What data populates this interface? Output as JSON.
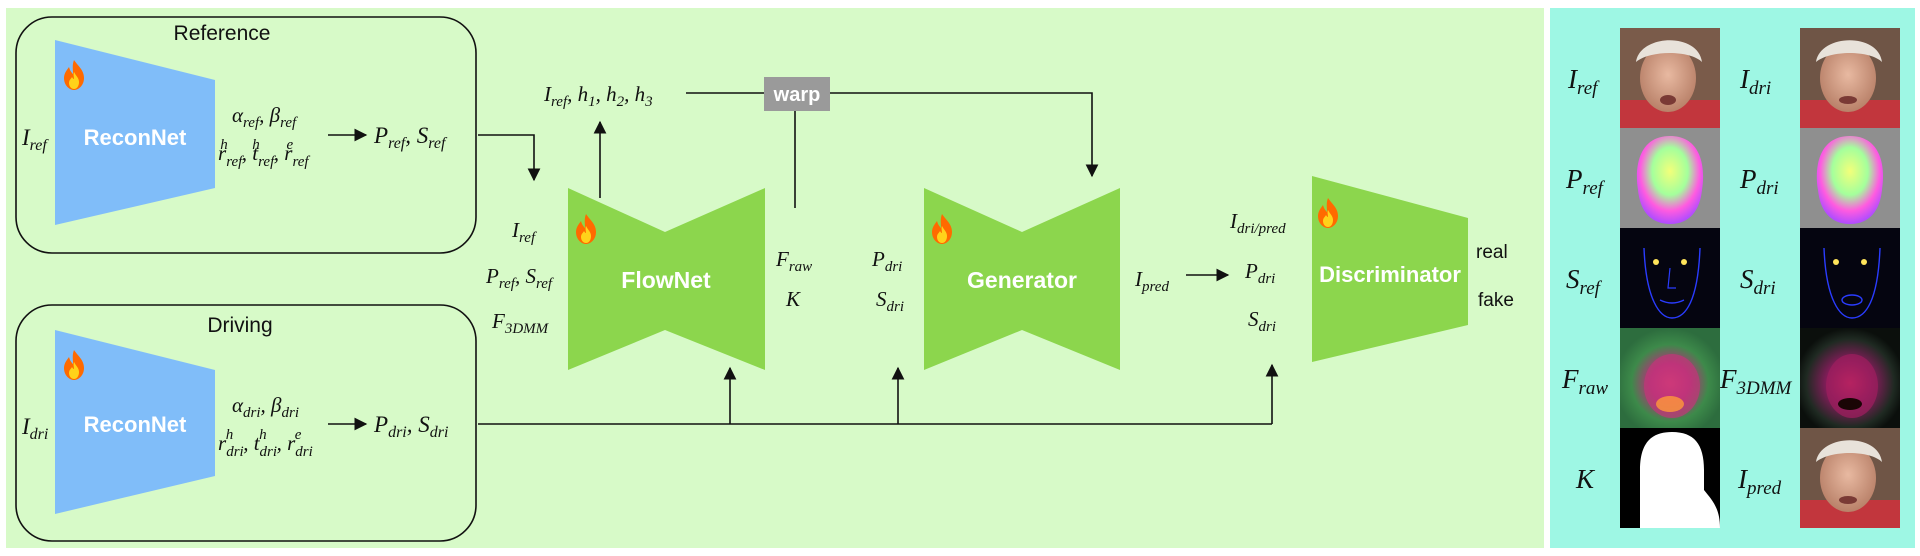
{
  "reference": {
    "title": "Reference",
    "input": "I_ref",
    "net": "ReconNet",
    "params_line1": "α_ref, β_ref",
    "params_line2": "r^h_ref, t^h_ref, r^e_ref",
    "outputs": "P_ref, S_ref"
  },
  "driving": {
    "title": "Driving",
    "input": "I_dri",
    "net": "ReconNet",
    "params_line1": "α_dri, β_dri",
    "params_line2": "r^h_dri, t^h_dri, r^e_dri",
    "outputs": "P_dri, S_dri"
  },
  "flownet": {
    "label": "FlowNet",
    "inputs": [
      "I_ref",
      "P_ref, S_ref",
      "F_3DMM"
    ],
    "outputs": [
      "F_raw",
      "K"
    ],
    "features": "I_ref, h_1, h_2, h_3"
  },
  "warp": {
    "label": "warp"
  },
  "generator": {
    "label": "Generator",
    "inputs": [
      "P_dri",
      "S_dri"
    ],
    "output": "I_pred"
  },
  "discriminator": {
    "label": "Discriminator",
    "inputs": [
      "I_dri/pred",
      "P_dri",
      "S_dri"
    ],
    "outputs": [
      "real",
      "fake"
    ]
  },
  "gallery": [
    {
      "label": "I_ref",
      "kind": "face"
    },
    {
      "label": "I_dri",
      "kind": "face"
    },
    {
      "label": "P_ref",
      "kind": "pncc"
    },
    {
      "label": "P_dri",
      "kind": "pncc"
    },
    {
      "label": "S_ref",
      "kind": "sketch"
    },
    {
      "label": "S_dri",
      "kind": "sketch"
    },
    {
      "label": "F_raw",
      "kind": "flow"
    },
    {
      "label": "F_3DMM",
      "kind": "flow3d"
    },
    {
      "label": "K",
      "kind": "mask"
    },
    {
      "label": "I_pred",
      "kind": "face"
    }
  ],
  "icons": {
    "trainable": "fire-icon"
  },
  "colors": {
    "main_bg": "#d7fac8",
    "side_bg": "#9ef7e4",
    "reconnet": "#80bdf9",
    "green_block": "#8cd64d",
    "warp": "#9a9a9a"
  }
}
